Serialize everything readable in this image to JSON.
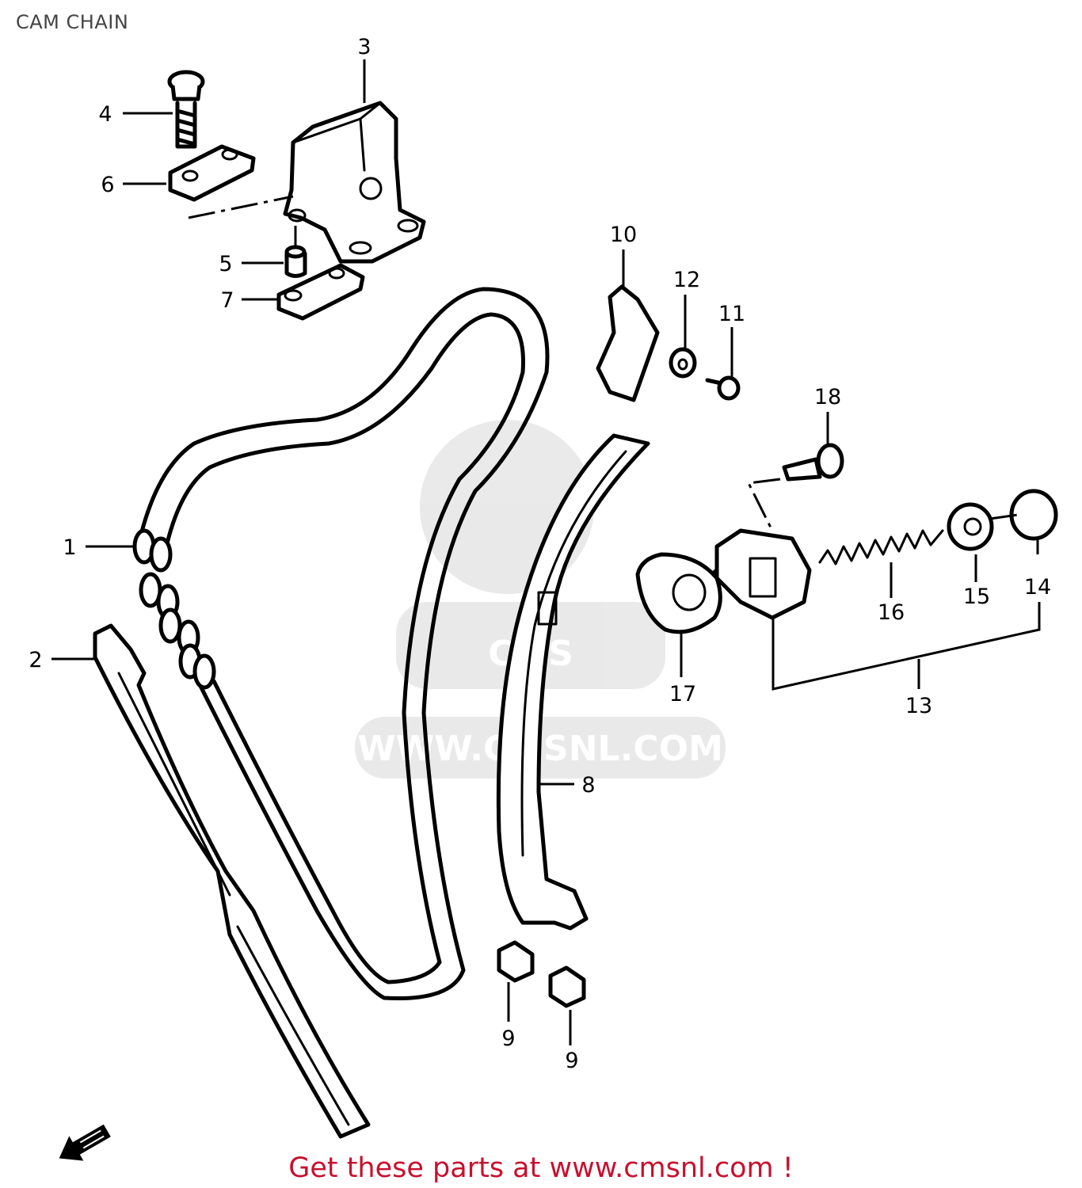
{
  "page": {
    "title": "CAM CHAIN"
  },
  "watermark": {
    "text": "WWW.CMSNL.COM",
    "logo_text": "CMS"
  },
  "footer": {
    "text": "Get these parts at www.cmsnl.com !"
  },
  "callouts": [
    {
      "id": "c1",
      "label": "1"
    },
    {
      "id": "c2",
      "label": "2"
    },
    {
      "id": "c3",
      "label": "3"
    },
    {
      "id": "c4",
      "label": "4"
    },
    {
      "id": "c5",
      "label": "5"
    },
    {
      "id": "c6",
      "label": "6"
    },
    {
      "id": "c7",
      "label": "7"
    },
    {
      "id": "c8",
      "label": "8"
    },
    {
      "id": "c9a",
      "label": "9"
    },
    {
      "id": "c9b",
      "label": "9"
    },
    {
      "id": "c10",
      "label": "10"
    },
    {
      "id": "c11",
      "label": "11"
    },
    {
      "id": "c12",
      "label": "12"
    },
    {
      "id": "c13",
      "label": "13"
    },
    {
      "id": "c14",
      "label": "14"
    },
    {
      "id": "c15",
      "label": "15"
    },
    {
      "id": "c16",
      "label": "16"
    },
    {
      "id": "c17",
      "label": "17"
    },
    {
      "id": "c18",
      "label": "18"
    }
  ],
  "icons": {
    "front_arrow": "fwd-arrow-icon"
  }
}
